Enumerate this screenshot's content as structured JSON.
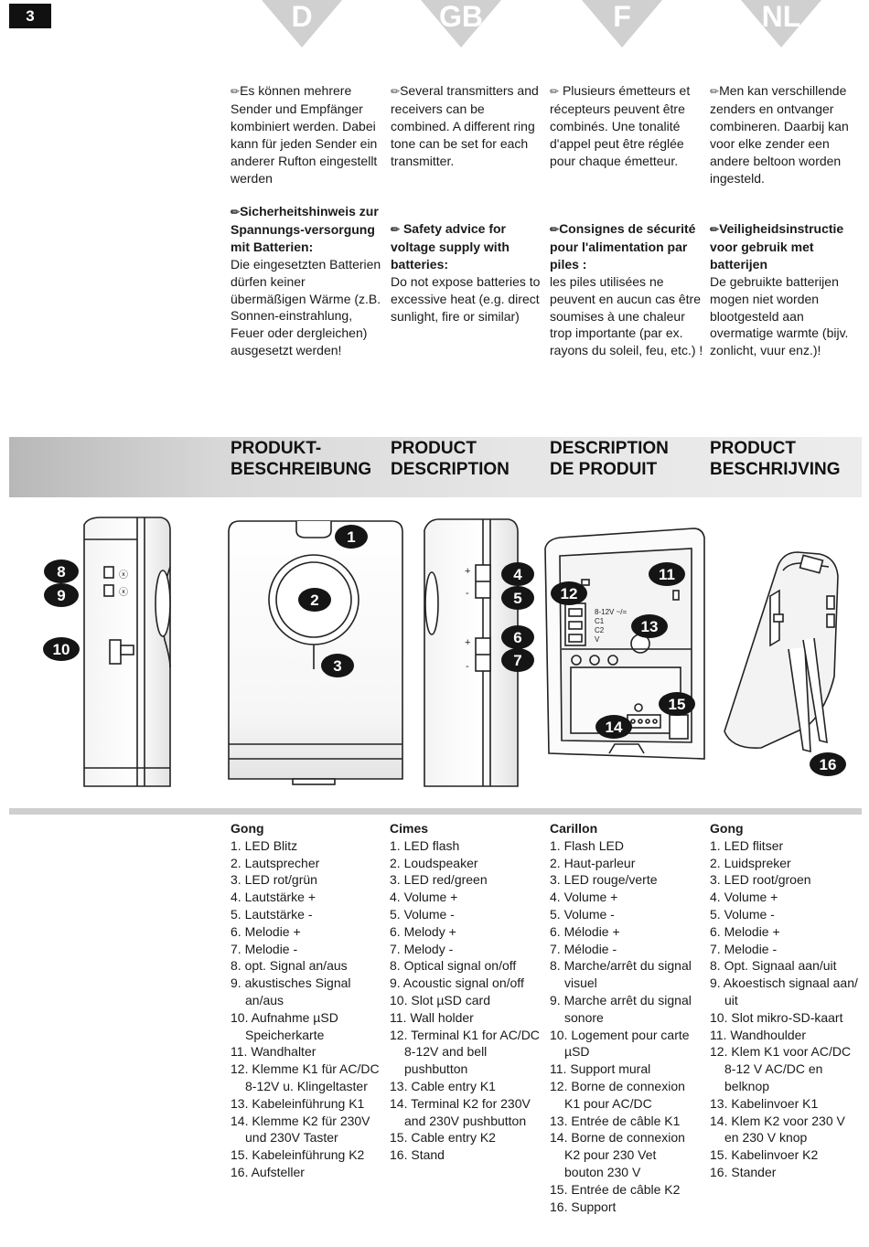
{
  "page_number": "3",
  "languages": [
    "D",
    "GB",
    "F",
    "NL"
  ],
  "intro": {
    "de": "Es können mehrere Sender und Empfänger kombiniert werden. Dabei kann für jeden Sender ein anderer Rufton eingestellt werden",
    "en": "Several transmitters and receivers can be combined. A different ring tone can be set for each transmitter.",
    "fr": "Plusieurs émetteurs et récepteurs peuvent être combinés. Une tonalité d'appel peut être réglée pour chaque émetteur.",
    "nl": "Men kan verschillende zenders en ontvanger combineren. Daarbij kan voor elke zender een andere beltoon worden ingesteld."
  },
  "safety": {
    "de": {
      "title": "Sicherheitshinweis zur Spannungs-versorgung mit Batterien:",
      "text": "Die eingesetzten Batterien dürfen keiner übermäßigen Wärme (z.B. Sonnen-einstrahlung, Feuer oder dergleichen) ausgesetzt werden!"
    },
    "en": {
      "title": "Safety advice  for voltage supply with batteries:",
      "text": "Do not expose batteries to excessive heat (e.g. direct sunlight, fire or similar)"
    },
    "fr": {
      "title": "Consignes de sécurité pour l'alimentation par piles  :",
      "text": " les piles utilisées ne peuvent en aucun cas être soumises à une chaleur trop importante (par ex. rayons du soleil, feu, etc.) !"
    },
    "nl": {
      "title": "Veiligheidsinstructie voor gebruik met batterijen",
      "text": "De gebruikte batterijen mogen niet worden blootgesteld aan overmatige warmte (bijv. zonlicht, vuur enz.)!"
    }
  },
  "section_titles": {
    "de": [
      "PRODUKT-",
      "BESCHREIBUNG"
    ],
    "en": [
      "PRODUCT",
      "DESCRIPTION"
    ],
    "fr": [
      "DESCRIPTION",
      "DE PRODUIT"
    ],
    "nl": [
      "PRODUCT",
      "BESCHRIJVING"
    ]
  },
  "callouts": [
    "1",
    "2",
    "3",
    "4",
    "5",
    "6",
    "7",
    "8",
    "9",
    "10",
    "11",
    "12",
    "13",
    "14",
    "15",
    "16"
  ],
  "terminal_labels": [
    "8-12V ~/=",
    "C1",
    "C2",
    "V"
  ],
  "parts": {
    "de": {
      "heading": "Gong",
      "items": [
        "1. LED Blitz",
        "2. Lautsprecher",
        "3. LED rot/grün",
        "4. Lautstärke +",
        "5. Lautstärke -",
        "6. Melodie +",
        "7. Melodie -",
        "8. opt. Signal an/aus",
        "9. akustisches Signal|an/aus",
        "10. Aufnahme µSD|Speicherkarte",
        "11. Wandhalter",
        "12. Klemme K1 für AC/DC|8-12V u. Klingeltaster",
        "13. Kabeleinführung K1",
        "14. Klemme K2 für 230V|und 230V Taster",
        "15. Kabeleinführung K2",
        "16. Aufsteller"
      ]
    },
    "en": {
      "heading": "Cimes",
      "items": [
        "1. LED flash",
        "2. Loudspeaker",
        "3. LED red/green",
        "4. Volume +",
        "5. Volume -",
        "6. Melody +",
        "7. Melody -",
        "8. Optical signal on/off",
        "9. Acoustic signal on/off",
        "10. Slot µSD card",
        "11. Wall holder",
        "12. Terminal K1 for AC/DC|8-12V and  bell|pushbutton",
        "13. Cable entry K1",
        "14. Terminal K2 for 230V|and 230V pushbutton",
        "15. Cable entry K2",
        "16. Stand"
      ]
    },
    "fr": {
      "heading": "Carillon",
      "items": [
        "1. Flash LED",
        "2. Haut-parleur",
        "3. LED rouge/verte",
        "4. Volume +",
        "5. Volume -",
        "6. Mélodie +",
        "7. Mélodie -",
        "8. Marche/arrêt du signal|visuel",
        "9. Marche arrêt du signal|sonore",
        "10. Logement pour carte|µSD",
        "11. Support mural",
        "12. Borne de connexion|K1 pour AC/DC",
        "13. Entrée de câble K1",
        "14. Borne de connexion|K2 pour 230 Vet|bouton 230 V",
        "15. Entrée de câble K2",
        "16. Support"
      ]
    },
    "nl": {
      "heading": "Gong",
      "items": [
        "1. LED flitser",
        "2. Luidspreker",
        "3. LED root/groen",
        "4. Volume +",
        "5. Volume -",
        "6. Melodie +",
        "7. Melodie -",
        "8. Opt. Signaal aan/uit",
        "9. Akoestisch signaal aan/|uit",
        "10. Slot mikro-SD-kaart",
        "11. Wandhoulder",
        "12. Klem K1 voor AC/DC|8-12 V AC/DC en|belknop",
        "13. Kabelinvoer K1",
        "14. Klem K2 voor 230 V|en 230 V knop",
        "15. Kabelinvoer K2",
        "16. Stander"
      ]
    }
  }
}
